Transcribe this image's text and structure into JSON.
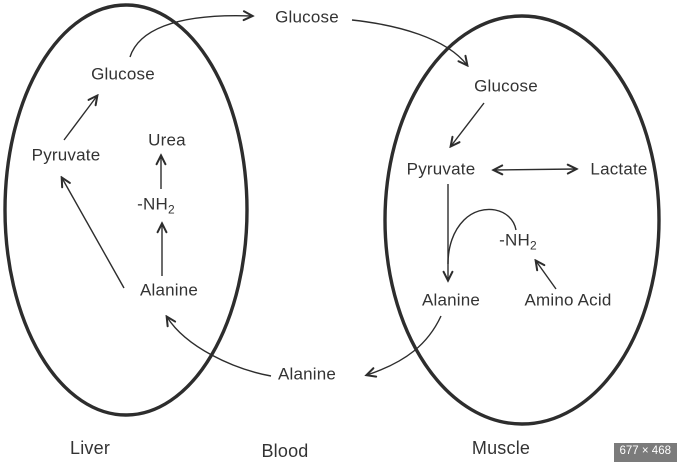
{
  "liver": {
    "region_label": "Liver",
    "glucose": "Glucose",
    "pyruvate": "Pyruvate",
    "urea": "Urea",
    "nh2": {
      "base": "-NH",
      "sub": "2"
    },
    "alanine": "Alanine"
  },
  "blood": {
    "region_label": "Blood",
    "glucose": "Glucose",
    "alanine": "Alanine"
  },
  "muscle": {
    "region_label": "Muscle",
    "glucose": "Glucose",
    "pyruvate": "Pyruvate",
    "lactate": "Lactate",
    "nh2": {
      "base": "-NH",
      "sub": "2"
    },
    "alanine": "Alanine",
    "amino_acid": "Amino Acid"
  },
  "badge": {
    "size_label": "677 × 468"
  },
  "colors": {
    "background": "#ffffff",
    "line": "#2d2d2d",
    "text": "#333333",
    "badge_bg": "#7b7b7b",
    "badge_text": "#ffffff"
  }
}
